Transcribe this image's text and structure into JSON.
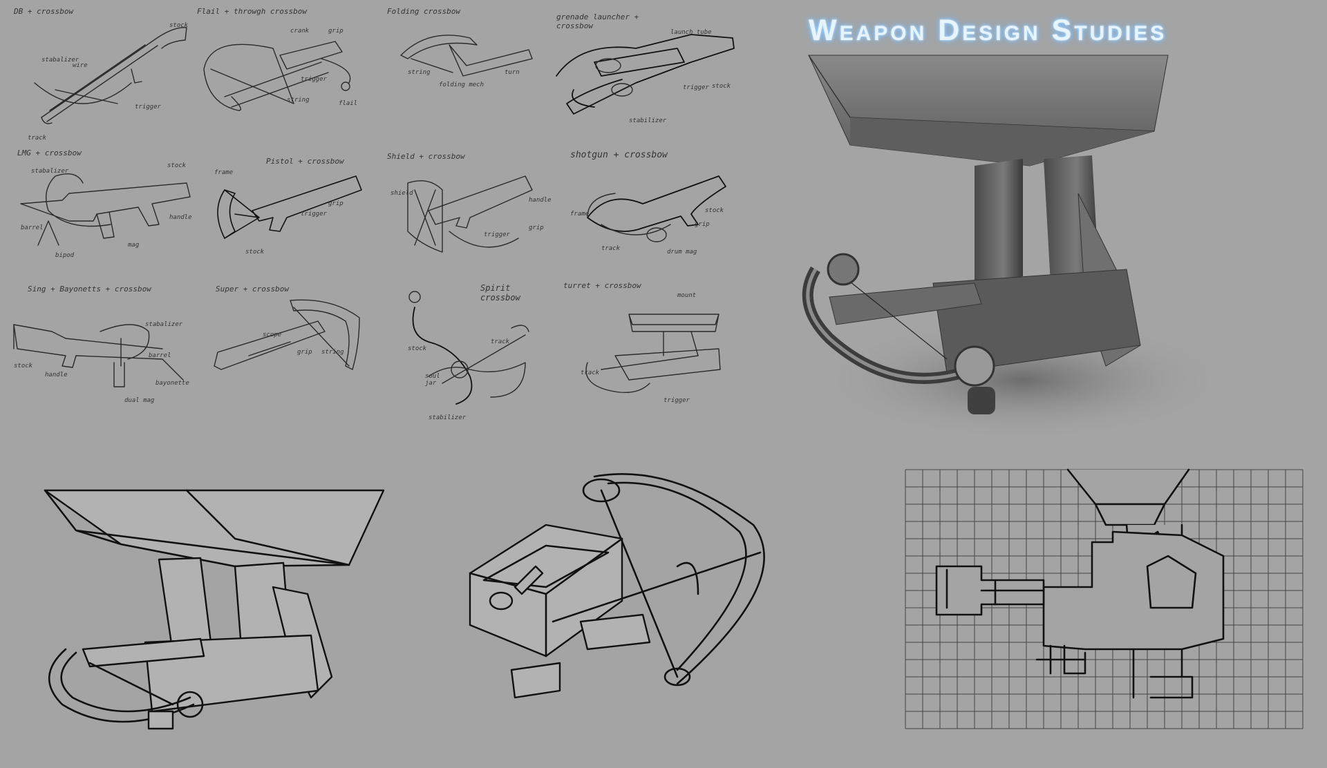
{
  "title": "Weapon Design Studies",
  "sketches": [
    {
      "caption": "DB + crossbow",
      "notes": [
        "stabalizer",
        "wire",
        "stock",
        "trigger",
        "track"
      ]
    },
    {
      "caption": "Flail + throwgh crossbow",
      "notes": [
        "crank",
        "grip",
        "trigger",
        "string",
        "flail"
      ]
    },
    {
      "caption": "Folding crossbow",
      "notes": [
        "string",
        "folding mech",
        "turn"
      ]
    },
    {
      "caption": "grenade launcher + crossbow",
      "notes": [
        "launch tube",
        "stock",
        "trigger",
        "stabilizer"
      ]
    },
    {
      "caption": "LMG + crossbow",
      "notes": [
        "stabalizer",
        "stock",
        "barrel",
        "handle",
        "bipod",
        "mag"
      ]
    },
    {
      "caption": "Pistol + crossbow",
      "notes": [
        "frame",
        "trigger",
        "grip",
        "stock"
      ]
    },
    {
      "caption": "Shield + crossbow",
      "notes": [
        "shield",
        "trigger",
        "handle",
        "grip"
      ]
    },
    {
      "caption": "shotgun + crossbow",
      "notes": [
        "frame",
        "stock",
        "grip",
        "track",
        "drum mag"
      ]
    },
    {
      "caption": "Sing + Bayonetts + crossbow",
      "notes": [
        "stock",
        "handle",
        "stabalizer",
        "barrel",
        "dual mag",
        "bayonette"
      ]
    },
    {
      "caption": "Super + crossbow",
      "notes": [
        "scope",
        "grip",
        "string"
      ]
    },
    {
      "caption": "Spirit crossbow",
      "notes": [
        "stock",
        "track",
        "soul jar",
        "stabilizer"
      ]
    },
    {
      "caption": "turret + crossbow",
      "notes": [
        "mount",
        "track",
        "trigger"
      ]
    }
  ]
}
